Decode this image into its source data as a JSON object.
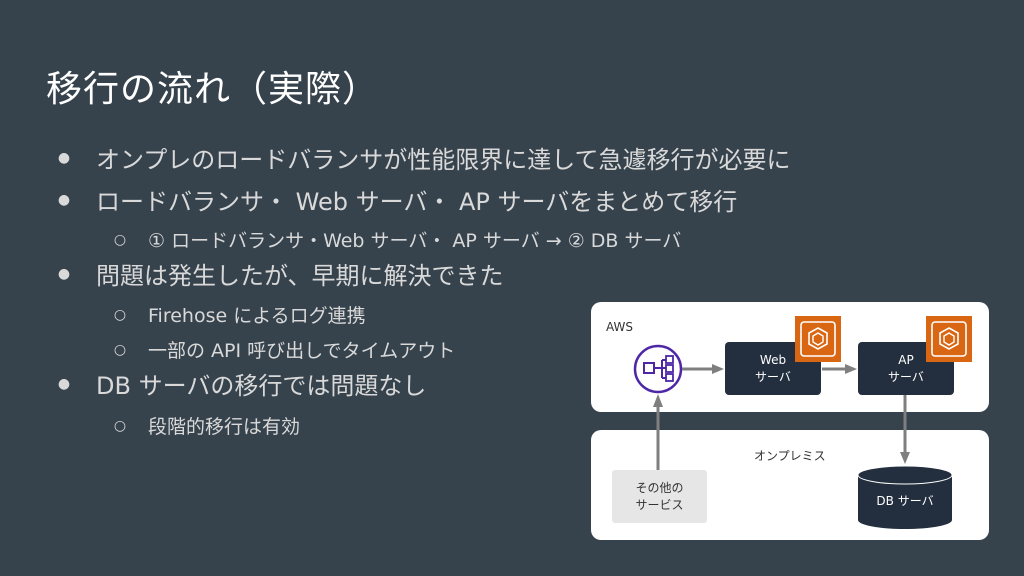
{
  "title": "移行の流れ（実際）",
  "bullets": {
    "b1": "オンプレのロードバランサが性能限界に達して急遽移行が必要に",
    "b2": "ロードバランサ・ Web サーバ・ AP サーバをまとめて移行",
    "b2_1": "① ロードバランサ・Web サーバ・ AP サーバ → ② DB サーバ",
    "b3": "問題は発生したが、早期に解決できた",
    "b3_1": "Firehose によるログ連携",
    "b3_2": "一部の API 呼び出しでタイムアウト",
    "b4": "DB サーバの移行では問題なし",
    "b4_1": "段階的移行は有効",
    "mark_l1": "●",
    "mark_l2": "○"
  },
  "diagram": {
    "aws_label": "AWS",
    "onprem_label": "オンプレミス",
    "web": {
      "line1": "Web",
      "line2": "サーバ"
    },
    "ap": {
      "line1": "AP",
      "line2": "サーバ"
    },
    "other": {
      "line1": "その他の",
      "line2": "サービス"
    },
    "db": "DB サーバ",
    "icons": [
      "load-balancer-icon",
      "ecs-container-icon",
      "ecs-container-icon",
      "database-cylinder-icon"
    ],
    "colors": {
      "aws_dark": "#232f3e",
      "ecs_orange": "#d86613",
      "lb_purple": "#4d27a8",
      "background": "#36434d"
    }
  }
}
